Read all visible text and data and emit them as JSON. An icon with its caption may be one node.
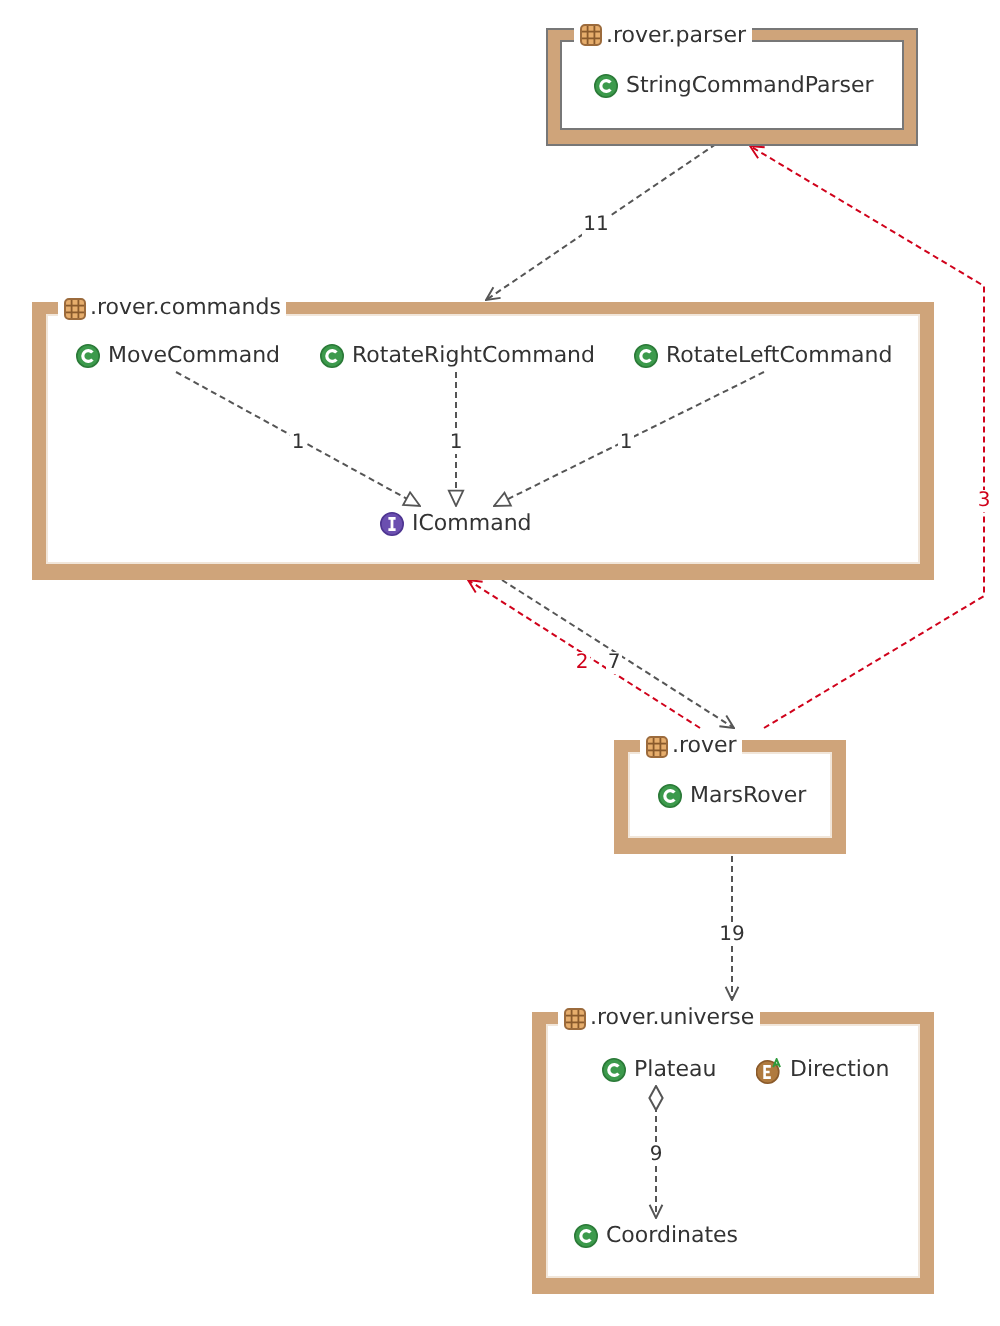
{
  "diagram": {
    "nodes": [
      {
        "text": [
          ".rover.parser"
        ]
      },
      {
        "text": [
          "StringCommandParser"
        ],
        "in": 0
      },
      {
        "text": [
          ".rover.commands"
        ]
      },
      {
        "text": [
          "MoveCommand"
        ],
        "in": 2
      },
      {
        "text": [
          "RotateRightCommand"
        ],
        "in": 2
      },
      {
        "text": [
          "RotateLeftCommand"
        ],
        "in": 2
      },
      {
        "text": [
          "ICommand"
        ],
        "in": 2
      },
      {
        "text": [
          ".rover"
        ]
      },
      {
        "text": [
          "MarsRover"
        ],
        "in": 7
      },
      {
        "text": [
          ".rover.universe"
        ]
      },
      {
        "text": [
          "Plateau"
        ],
        "in": 9
      },
      {
        "text": [
          "Direction"
        ],
        "in": 9
      },
      {
        "text": [
          "Coordinates"
        ],
        "in": 9
      }
    ],
    "edges": [
      {
        "from": 0,
        "to": 2,
        "arrow": "to",
        "label": "11",
        "style": "dashed"
      },
      {
        "from": 3,
        "to": 6,
        "arrow": "to",
        "label": "1",
        "style": "dashed"
      },
      {
        "from": 4,
        "to": 6,
        "arrow": "to",
        "label": "1",
        "style": "dashed"
      },
      {
        "from": 5,
        "to": 6,
        "arrow": "to",
        "label": "1",
        "style": "dashed"
      },
      {
        "from": 2,
        "to": 7,
        "arrow": "to",
        "label": "7",
        "style": "dashed"
      },
      {
        "from": 7,
        "to": 2,
        "arrow": "to",
        "label": "2",
        "style": "dashed",
        "color": "#d0021b"
      },
      {
        "from": 7,
        "to": 0,
        "arrow": "to",
        "label": "3",
        "style": "dashed",
        "color": "#d0021b"
      },
      {
        "from": 7,
        "to": 9,
        "arrow": "to",
        "label": "19",
        "style": "dashed"
      },
      {
        "from": 10,
        "to": 12,
        "arrow": "to",
        "label": "9",
        "style": "dashed"
      }
    ]
  }
}
